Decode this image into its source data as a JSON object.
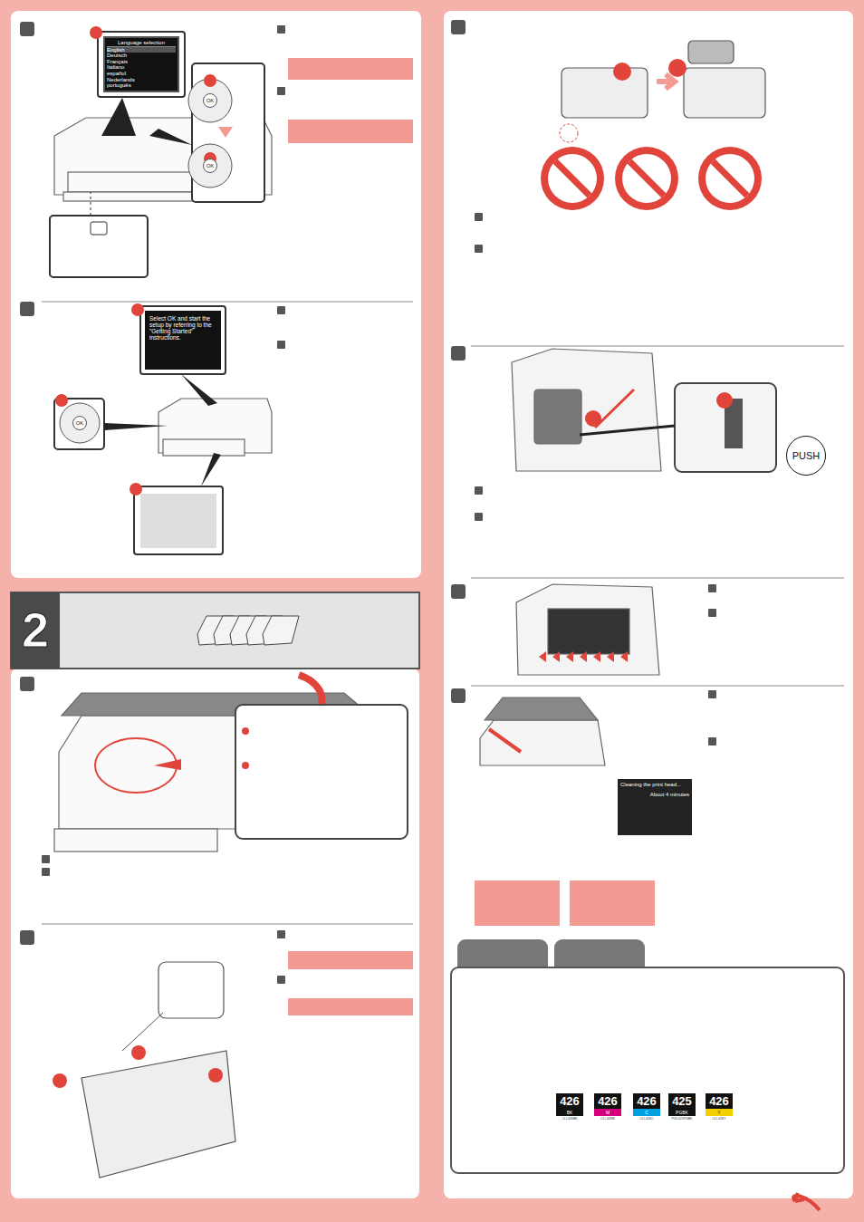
{
  "diagram": {
    "nodes": [
      {
        "text": [
          "Language selection",
          "English",
          "Deutsch",
          "Français",
          "Italiano",
          "español",
          "Nederlands",
          "português"
        ]
      },
      {
        "text": [
          "Select OK and start the setup by referring to the \"Getting Started\" instructions."
        ]
      },
      {
        "text": [
          "2"
        ]
      },
      {
        "text": [
          "PUSH"
        ]
      },
      {
        "text": [
          "Cleaning the print head...",
          "About 4 minutes"
        ]
      },
      {
        "text": [
          "426",
          "BK",
          "CLI-426BK"
        ]
      },
      {
        "text": [
          "426",
          "M",
          "CLI-426M"
        ]
      },
      {
        "text": [
          "426",
          "C",
          "CLI-426C"
        ]
      },
      {
        "text": [
          "425",
          "PGBK",
          "PGI-425PGBK"
        ]
      },
      {
        "text": [
          "426",
          "Y",
          "CLI-426Y"
        ]
      }
    ],
    "labels": [
      "OK",
      "OK",
      "OK"
    ]
  }
}
